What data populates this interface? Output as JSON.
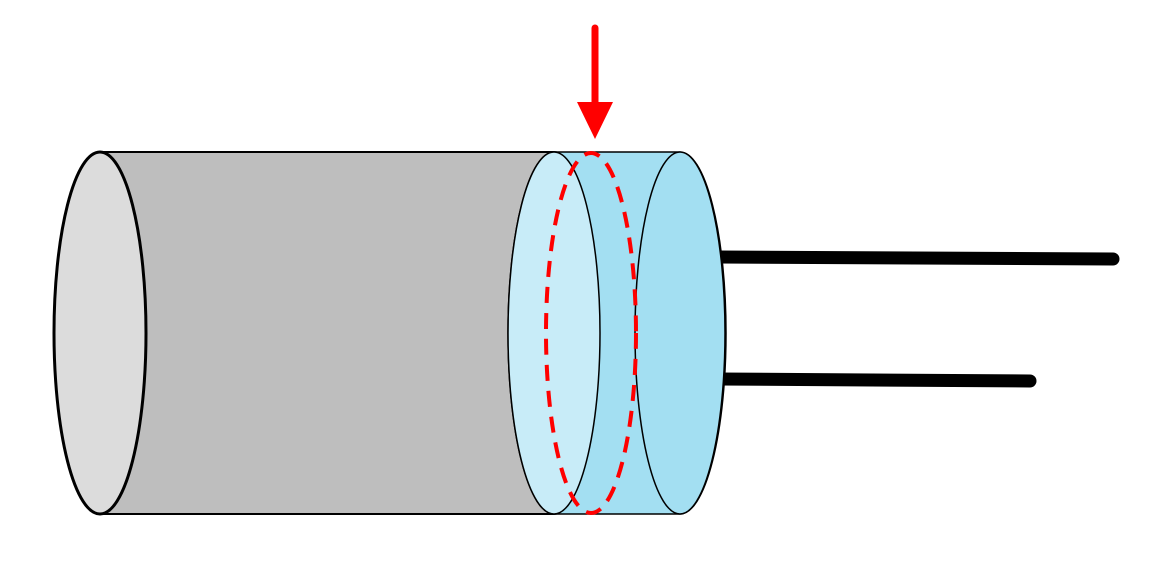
{
  "diagram": {
    "colors": {
      "background": "#ffffff",
      "gray_body": "#bebebe",
      "gray_face": "#dcdcdc",
      "blue_cap": "#a3dff2",
      "blue_inner": "#c8ecf8",
      "outline": "#000000",
      "lead": "#000000",
      "marker": "#ff0000"
    },
    "components": [
      {
        "name": "gray-cylinder-body"
      },
      {
        "name": "blue-end-cap"
      },
      {
        "name": "dashed-seam-marker"
      },
      {
        "name": "indicator-arrow"
      },
      {
        "name": "lead-wire-top"
      },
      {
        "name": "lead-wire-bottom"
      }
    ]
  }
}
